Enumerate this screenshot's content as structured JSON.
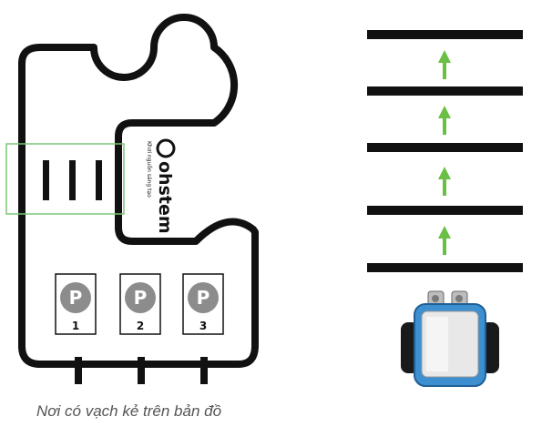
{
  "map": {
    "logo_brand": "ohstem",
    "logo_tagline": "Khơi nguồn sáng tạo",
    "parking_symbol": "P",
    "parking_numbers": [
      "1",
      "2",
      "3"
    ]
  },
  "caption": "Nơi có vạch kẻ trên bản đồ",
  "colors": {
    "track_line": "#111111",
    "highlight_box": "#7cc576",
    "arrow": "#6abf45",
    "parking_circle": "#8c8c8c",
    "robot_body": "#3d8fd0",
    "robot_wheels": "#1a1a1a",
    "robot_top": "#e8e8e8"
  },
  "icons": {
    "parking": "parking-sign-icon",
    "arrow": "arrow-up-icon",
    "robot": "robot-car-icon",
    "logo": "ohstem-logo-icon"
  }
}
